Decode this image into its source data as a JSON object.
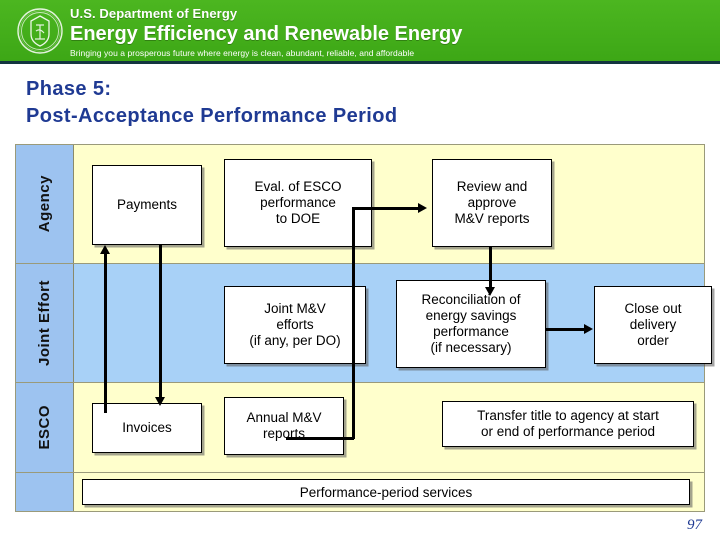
{
  "banner": {
    "seal_icon": "doe-seal-icon",
    "department": "U.S. Department of Energy",
    "program_bold": "Energy Efficiency",
    "program_mid": " and ",
    "program_bold2": "Renewable Energy",
    "tagline": "Bringing you a prosperous future where energy is clean, abundant, reliable, and affordable",
    "bg_color": "#43b02a",
    "rule_color": "#13353f"
  },
  "slide": {
    "title_line1": "Phase 5:",
    "title_line2": "Post-Acceptance Performance Period",
    "title_color": "#1f3a93",
    "page_number": "97"
  },
  "diagram": {
    "lane_header_color": "#9dc3f0",
    "agency_band_color": "#ffffcc",
    "joint_band_color": "#a8d1f7",
    "esco_band_color": "#ffffcc",
    "lanes": [
      {
        "label": "Agency",
        "boxes": [
          {
            "text": "Payments"
          },
          {
            "text": "Eval. of ESCO\nperformance\nto DOE"
          },
          {
            "text": "Review and\napprove\nM&V reports"
          }
        ]
      },
      {
        "label": "Joint\nEffort",
        "boxes": [
          {
            "text": "Joint M&V\nefforts\n(if any, per DO)"
          },
          {
            "text": "Reconciliation of\nenergy savings\nperformance\n(if necessary)"
          },
          {
            "text": "Close out\ndelivery\norder"
          }
        ]
      },
      {
        "label": "ESCO",
        "boxes": [
          {
            "text": "Invoices"
          },
          {
            "text": "Annual M&V\nreports"
          },
          {
            "text": "Transfer title to agency at start\nor end of performance period"
          }
        ]
      }
    ],
    "footer_bar": "Performance-period services"
  }
}
